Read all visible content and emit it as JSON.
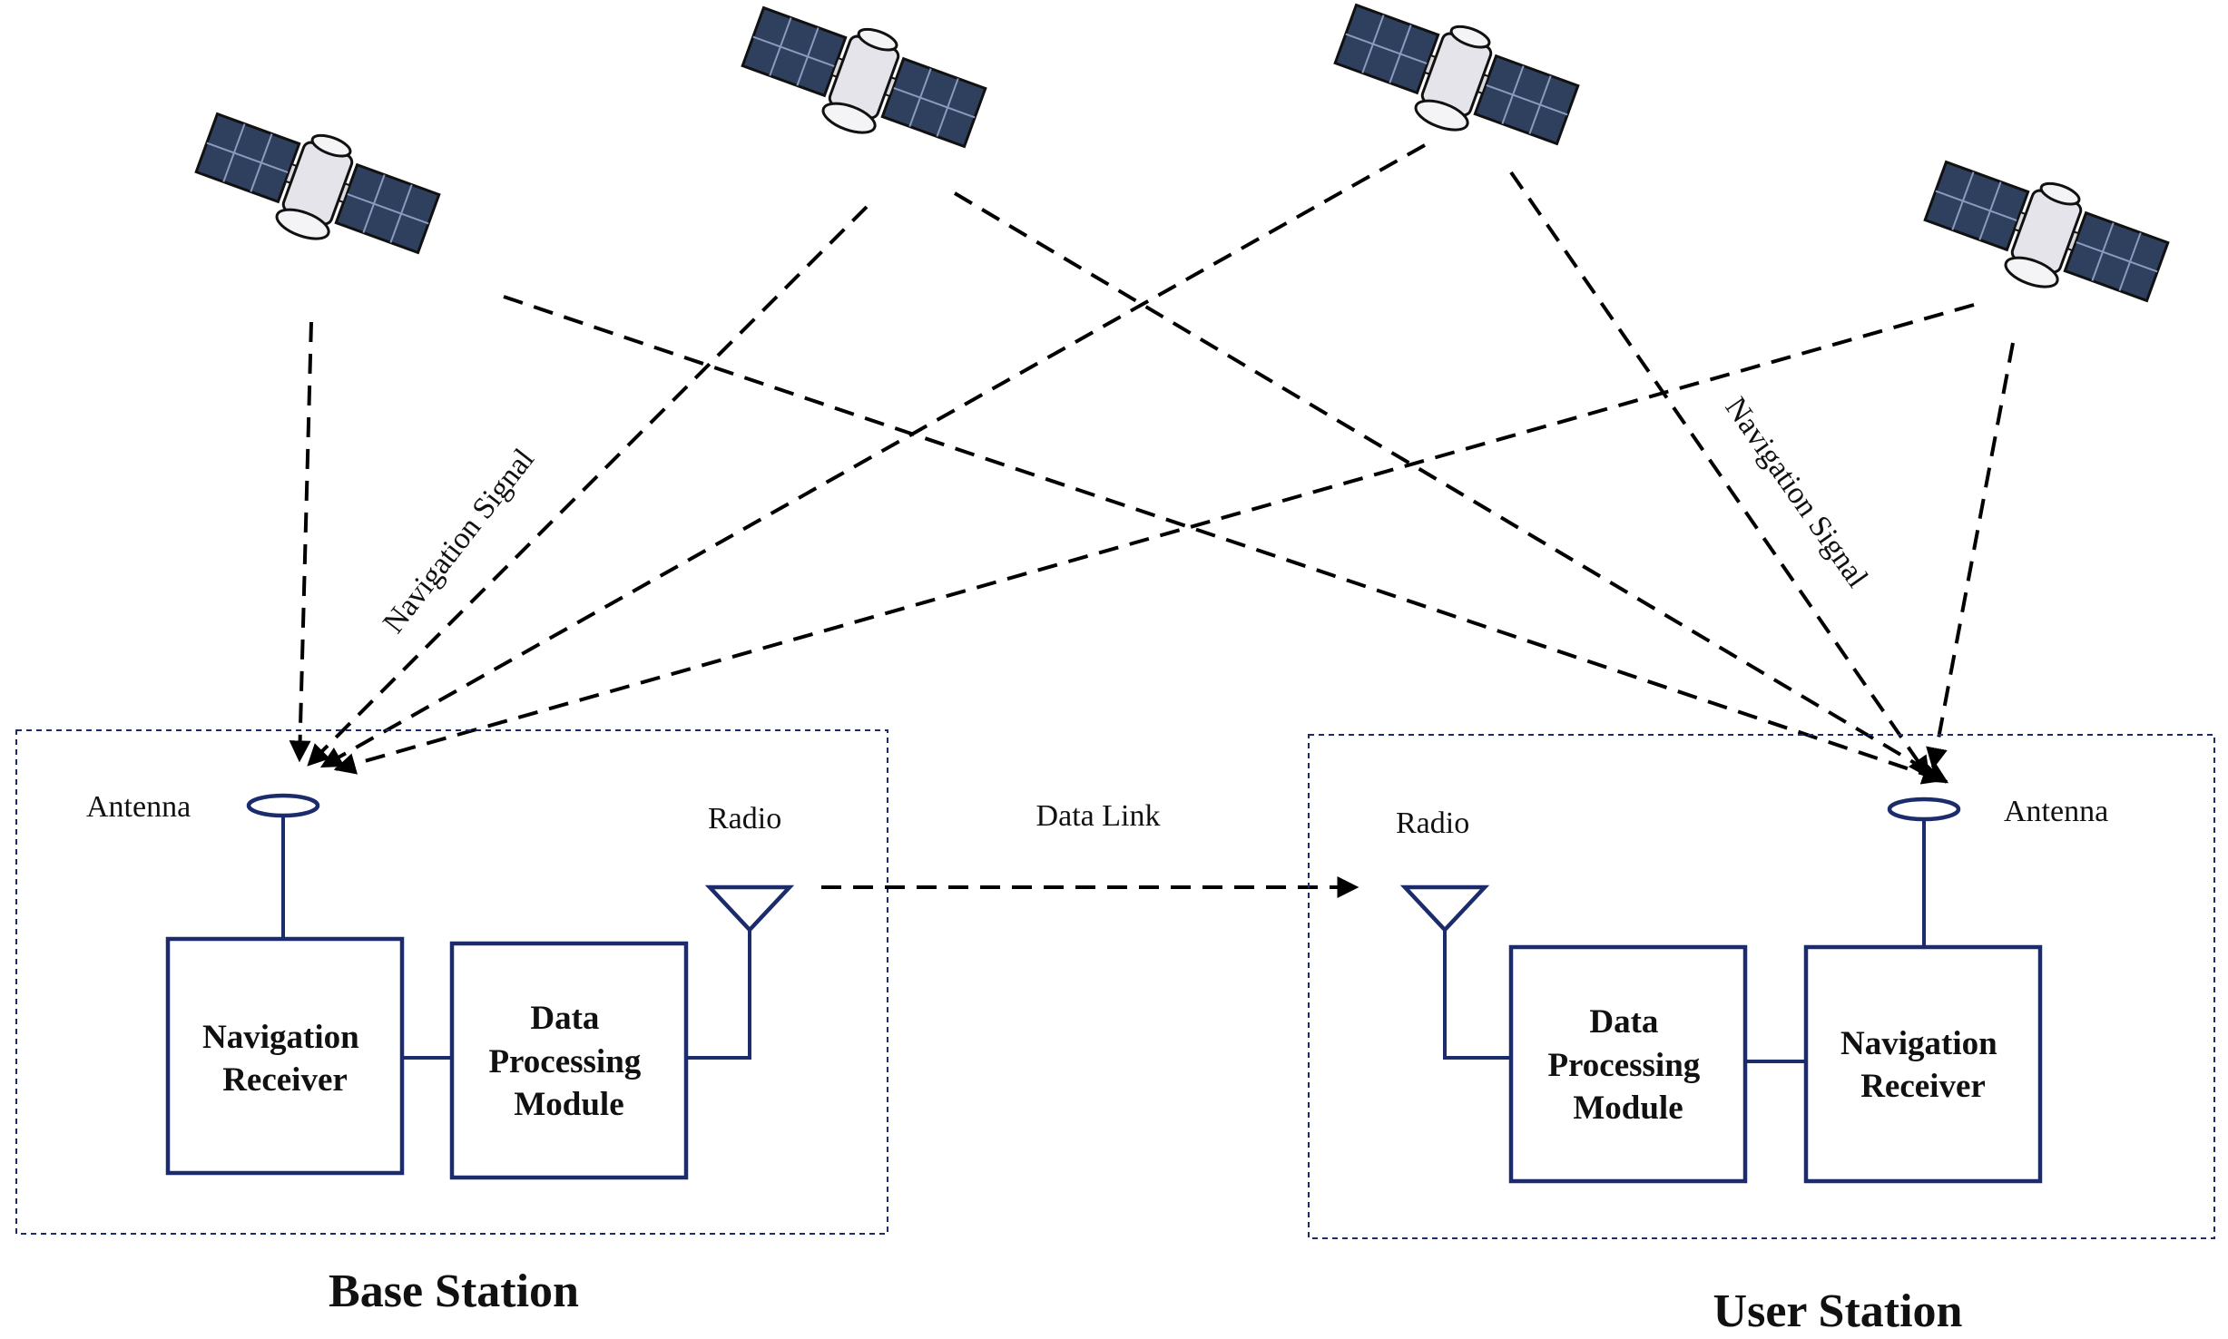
{
  "signal_label_left": "Navigation Signal",
  "signal_label_right": "Navigation Signal",
  "data_link_label": "Data Link",
  "base_station": {
    "title": "Base Station",
    "antenna_label": "Antenna",
    "radio_label": "Radio",
    "receiver_lines": [
      "Navigation",
      "Receiver"
    ],
    "processor_lines": [
      "Data",
      "Processing",
      "Module"
    ]
  },
  "user_station": {
    "title": "User Station",
    "antenna_label": "Antenna",
    "radio_label": "Radio",
    "receiver_lines": [
      "Navigation",
      "Receiver"
    ],
    "processor_lines": [
      "Data",
      "Processing",
      "Module"
    ]
  },
  "colors": {
    "component_stroke": "#1c2b6b",
    "signal": "#000000",
    "solar_panel": "#2f3f5e"
  },
  "icons": {
    "satellite": "satellite-icon",
    "radio": "radio-antenna-icon",
    "gnss_antenna": "gnss-antenna-icon"
  }
}
